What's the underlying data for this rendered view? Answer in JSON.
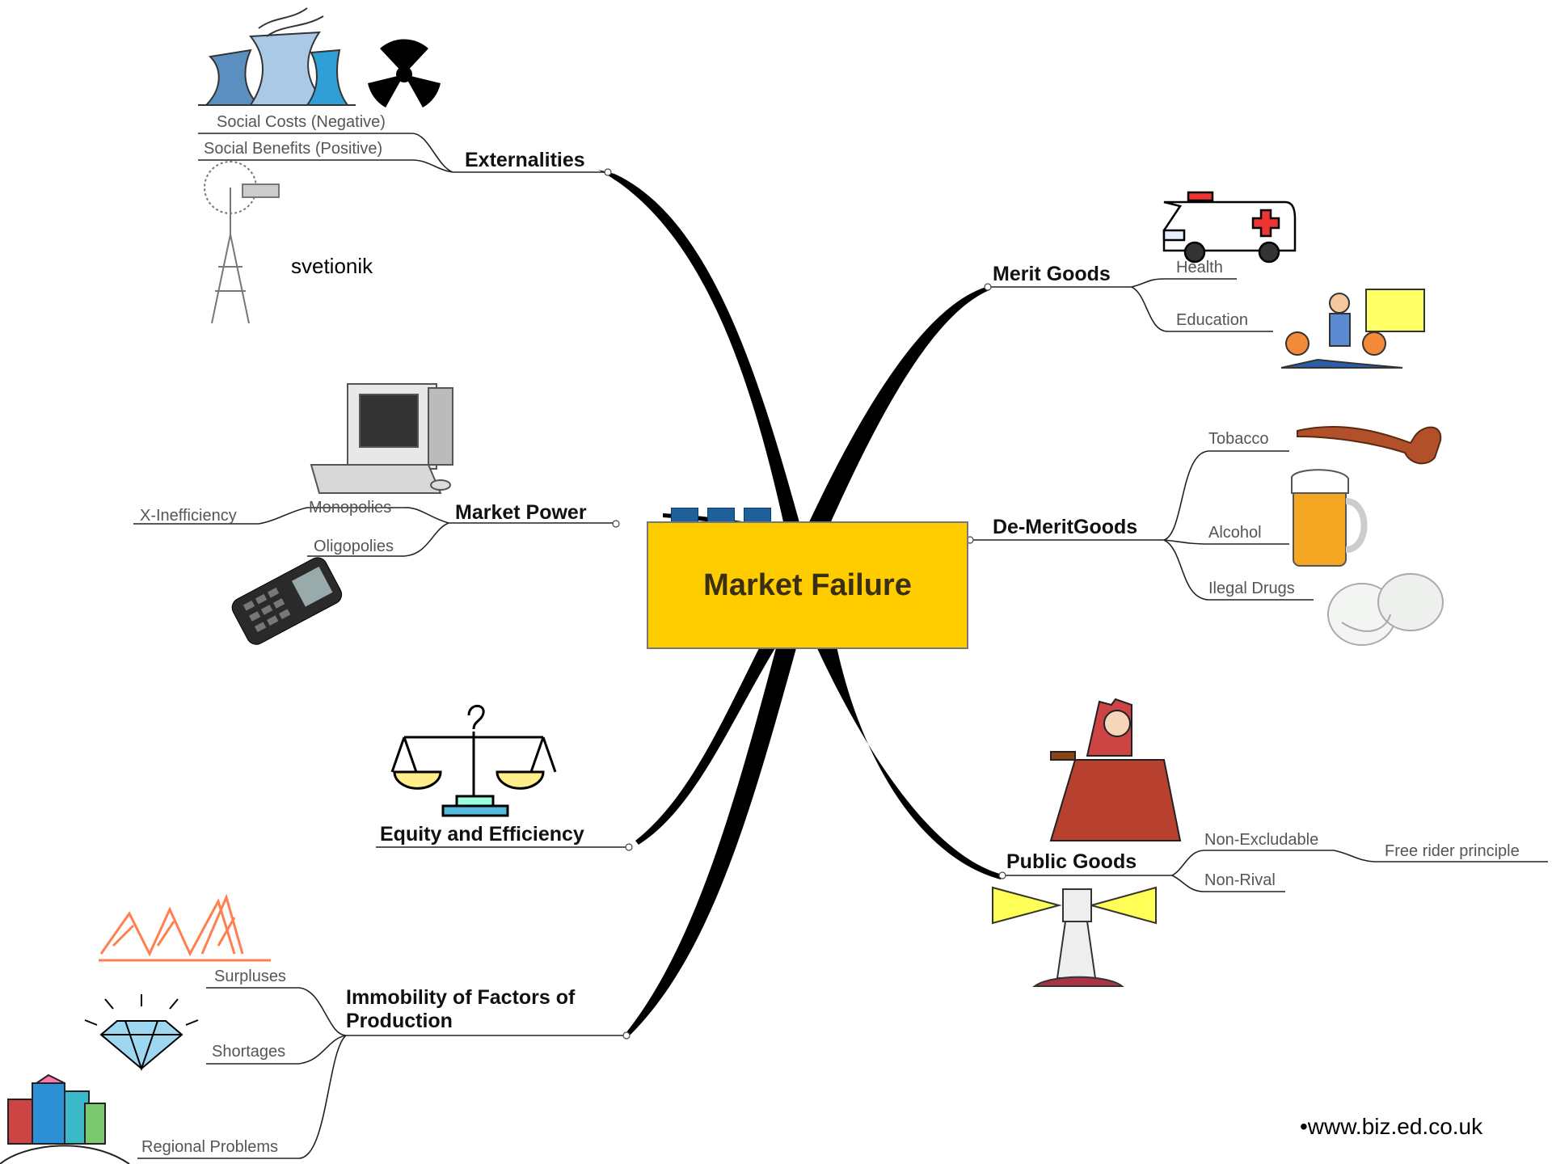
{
  "central": {
    "label": "Market Failure"
  },
  "branches": {
    "externalities": {
      "label": "Externalities",
      "items": [
        "Social Costs (Negative)",
        "Social Benefits (Positive)"
      ]
    },
    "market_power": {
      "label": "Market Power",
      "items": [
        "Monopolies",
        "Oligopolies",
        "X-Inefficiency"
      ]
    },
    "equity": {
      "label": "Equity and Efficiency"
    },
    "immobility": {
      "label_line1": "Immobility of Factors of",
      "label_line2": "Production",
      "items": [
        "Surpluses",
        "Shortages",
        "Regional Problems"
      ]
    },
    "merit": {
      "label": "Merit Goods",
      "items": [
        "Health",
        "Education"
      ]
    },
    "demerit": {
      "label": "De-MeritGoods",
      "items": [
        "Tobacco",
        "Alcohol",
        "Ilegal Drugs"
      ]
    },
    "public": {
      "label": "Public Goods",
      "items": [
        "Non-Excludable",
        "Non-Rival",
        "Free rider principle"
      ]
    }
  },
  "caption": "svetionik",
  "footer": "•www.biz.ed.co.uk",
  "colors": {
    "central_fill": "#ffcc00",
    "tab_fill": "#1f5f9a",
    "line": "#111111"
  },
  "icons": [
    "nuclear-plant-icon",
    "radiation-icon",
    "windmill-icon",
    "computer-icon",
    "mobile-phone-icon",
    "scales-icon",
    "mountains-icon",
    "diamond-icon",
    "city-icon",
    "ambulance-icon",
    "teacher-icon",
    "pipe-icon",
    "beer-mug-icon",
    "pills-icon",
    "judge-icon",
    "lighthouse-icon"
  ]
}
